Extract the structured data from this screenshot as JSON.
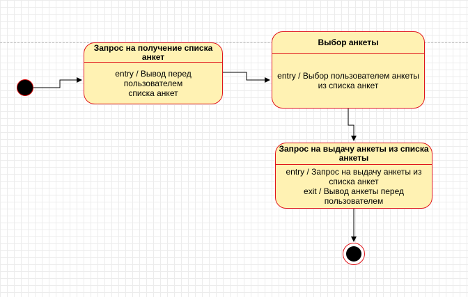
{
  "diagram": {
    "states": [
      {
        "title": "Запрос на получение списка анкет",
        "lines": [
          "entry /  Вывод перед",
          "пользователем",
          "списка анкет"
        ]
      },
      {
        "title": "Выбор анкеты",
        "lines": [
          "entry / Выбор пользователем анкеты",
          "из списка анкет"
        ]
      },
      {
        "title": "Запрос на выдачу анкеты из списка анкеты",
        "lines": [
          "entry / Запрос на выдачу анкеты из",
          "списка анкет",
          "exit / Вывод анкеты перед",
          "пользователем"
        ]
      }
    ],
    "colors": {
      "state_fill": "#fff2b3",
      "state_border": "#e0161b",
      "edge": "#000000"
    }
  }
}
